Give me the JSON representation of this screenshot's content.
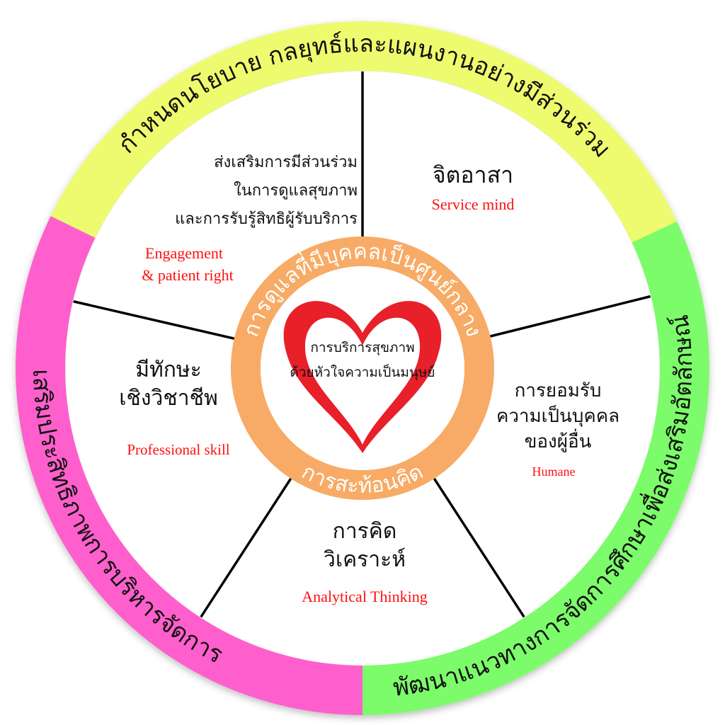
{
  "colors": {
    "yellow_ring": "#EEFB6E",
    "green_ring": "#7CFC6A",
    "pink_ring": "#FF5FCC",
    "orange_ring": "#F7AB66",
    "heart": "#E8202A",
    "divider": "#000000",
    "english_label": "#FF1010"
  },
  "outer_ring": {
    "top": "กำหนดนโยบาย กลยุทธ์และแผนงานอย่างมีส่วนร่วม",
    "right": "พัฒนาแนวทางการจัดการศึกษาเพื่อส่งเสริมอัตลักษณ์",
    "left": "เสริมประสิทธิภาพการบริหารจัดการ"
  },
  "segments": [
    {
      "thai_lines": [
        "ส่งเสริมการมีส่วนร่วม",
        "ในการดูแลสุขภาพ",
        "และการรับรู้สิทธิผู้รับบริการ"
      ],
      "english_lines": [
        "Engagement",
        "& patient right"
      ]
    },
    {
      "thai_lines": [
        "จิตอาสา"
      ],
      "english_lines": [
        "Service mind"
      ]
    },
    {
      "thai_lines": [
        "การยอมรับ",
        "ความเป็นบุคคล",
        "ของผู้อื่น"
      ],
      "english_lines": [
        "Humane"
      ]
    },
    {
      "thai_lines": [
        "การคิด",
        "วิเคราะห์"
      ],
      "english_lines": [
        "Analytical Thinking"
      ]
    },
    {
      "thai_lines": [
        "มีทักษะ",
        "เชิงวิชาชีพ"
      ],
      "english_lines": [
        "Professional skill"
      ]
    }
  ],
  "core": {
    "ring_top": "การดูแลที่มีบุคคลเป็นศูนย์กลาง",
    "ring_bottom": "การสะท้อนคิด",
    "heart_lines": [
      "การบริการสุขภาพ",
      "ด้วยหัวใจความเป็นมนุษย์"
    ],
    "heart_icon": "heart-icon"
  }
}
